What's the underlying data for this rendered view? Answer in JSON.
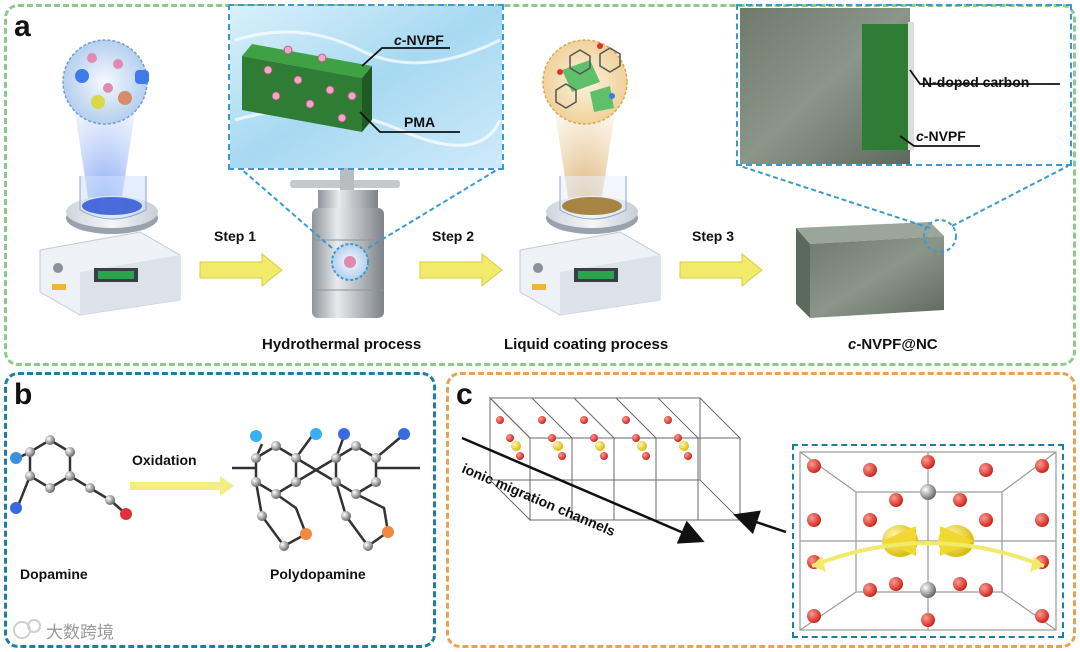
{
  "colors": {
    "panel_a_border": "#8cc98a",
    "panel_b_border": "#1f7da3",
    "panel_c_border": "#e5a353",
    "inset_border": "#3a9ad0",
    "arrow_yellow": "#f2ea6b",
    "nvpf_green": "#2f7d34",
    "atom_red": "#e0302a",
    "atom_yellow": "#f0d830",
    "bond_gray": "#9a9a9a"
  },
  "panel_a": {
    "letter": "a",
    "steps": [
      "Step 1",
      "Step 2",
      "Step 3"
    ],
    "captions": {
      "hydrothermal": "Hydrothermal process",
      "coating": "Liquid coating process",
      "product_prefix": "c",
      "product_rest": "-NVPF@NC"
    },
    "inset_left": {
      "nvpf_prefix": "c",
      "nvpf_rest": "-NVPF",
      "pma": "PMA"
    },
    "inset_right": {
      "carbon": "N-doped carbon",
      "nvpf_prefix": "c",
      "nvpf_rest": "-NVPF"
    }
  },
  "panel_b": {
    "letter": "b",
    "reaction": "Oxidation",
    "reactant": "Dopamine",
    "product": "Polydopamine"
  },
  "panel_c": {
    "letter": "c",
    "channel_label": "ionic migration channels"
  },
  "watermark": "大数跨境"
}
